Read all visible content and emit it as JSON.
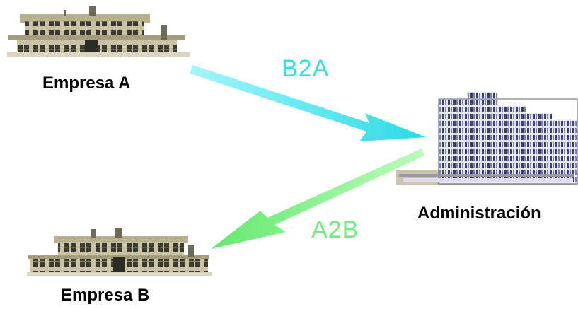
{
  "nodes": {
    "empresa_a": {
      "label": "Empresa A"
    },
    "empresa_b": {
      "label": "Empresa B"
    },
    "administracion": {
      "label": "Administración"
    }
  },
  "edges": {
    "b2a": {
      "label": "B2A",
      "from": "Empresa A",
      "to": "Administración",
      "color": "#33e0e8"
    },
    "a2b": {
      "label": "A2B",
      "from": "Administración",
      "to": "Empresa B",
      "color": "#6ef07a"
    }
  },
  "icons": {
    "building_a": "company-building-icon",
    "building_b": "company-building-icon",
    "building_admin": "government-tower-icon"
  }
}
